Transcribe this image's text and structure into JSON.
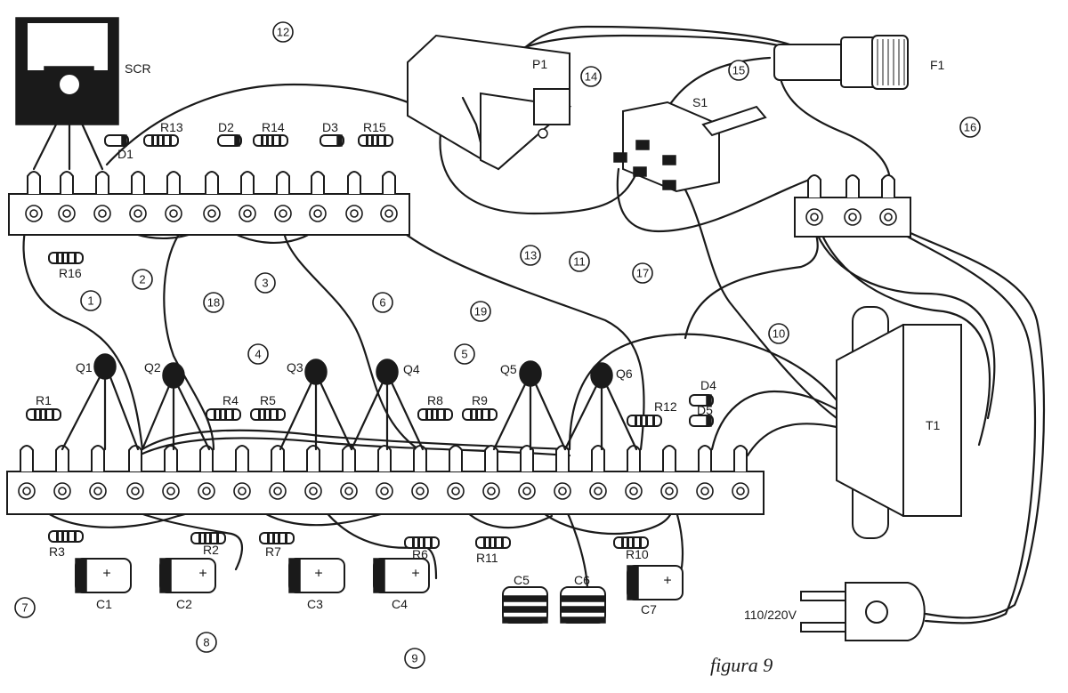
{
  "figure": {
    "caption": "figura 9",
    "supply_label": "110/220V"
  },
  "components": {
    "scr": "SCR",
    "p1": "P1",
    "f1": "F1",
    "s1": "S1",
    "t1": "T1",
    "d1": "D1",
    "d2": "D2",
    "d3": "D3",
    "d4": "D4",
    "d5": "D5",
    "r1": "R1",
    "r2": "R2",
    "r3": "R3",
    "r4": "R4",
    "r5": "R5",
    "r6": "R6",
    "r7": "R7",
    "r8": "R8",
    "r9": "R9",
    "r10": "R10",
    "r11": "R11",
    "r12": "R12",
    "r13": "R13",
    "r14": "R14",
    "r15": "R15",
    "r16": "R16",
    "q1": "Q1",
    "q2": "Q2",
    "q3": "Q3",
    "q4": "Q4",
    "q5": "Q5",
    "q6": "Q6",
    "c1": "C1",
    "c2": "C2",
    "c3": "C3",
    "c4": "C4",
    "c5": "C5",
    "c6": "C6",
    "c7": "C7"
  },
  "wires": [
    "1",
    "2",
    "3",
    "4",
    "5",
    "6",
    "7",
    "8",
    "9",
    "10",
    "11",
    "12",
    "13",
    "14",
    "15",
    "16",
    "17",
    "18",
    "19"
  ]
}
